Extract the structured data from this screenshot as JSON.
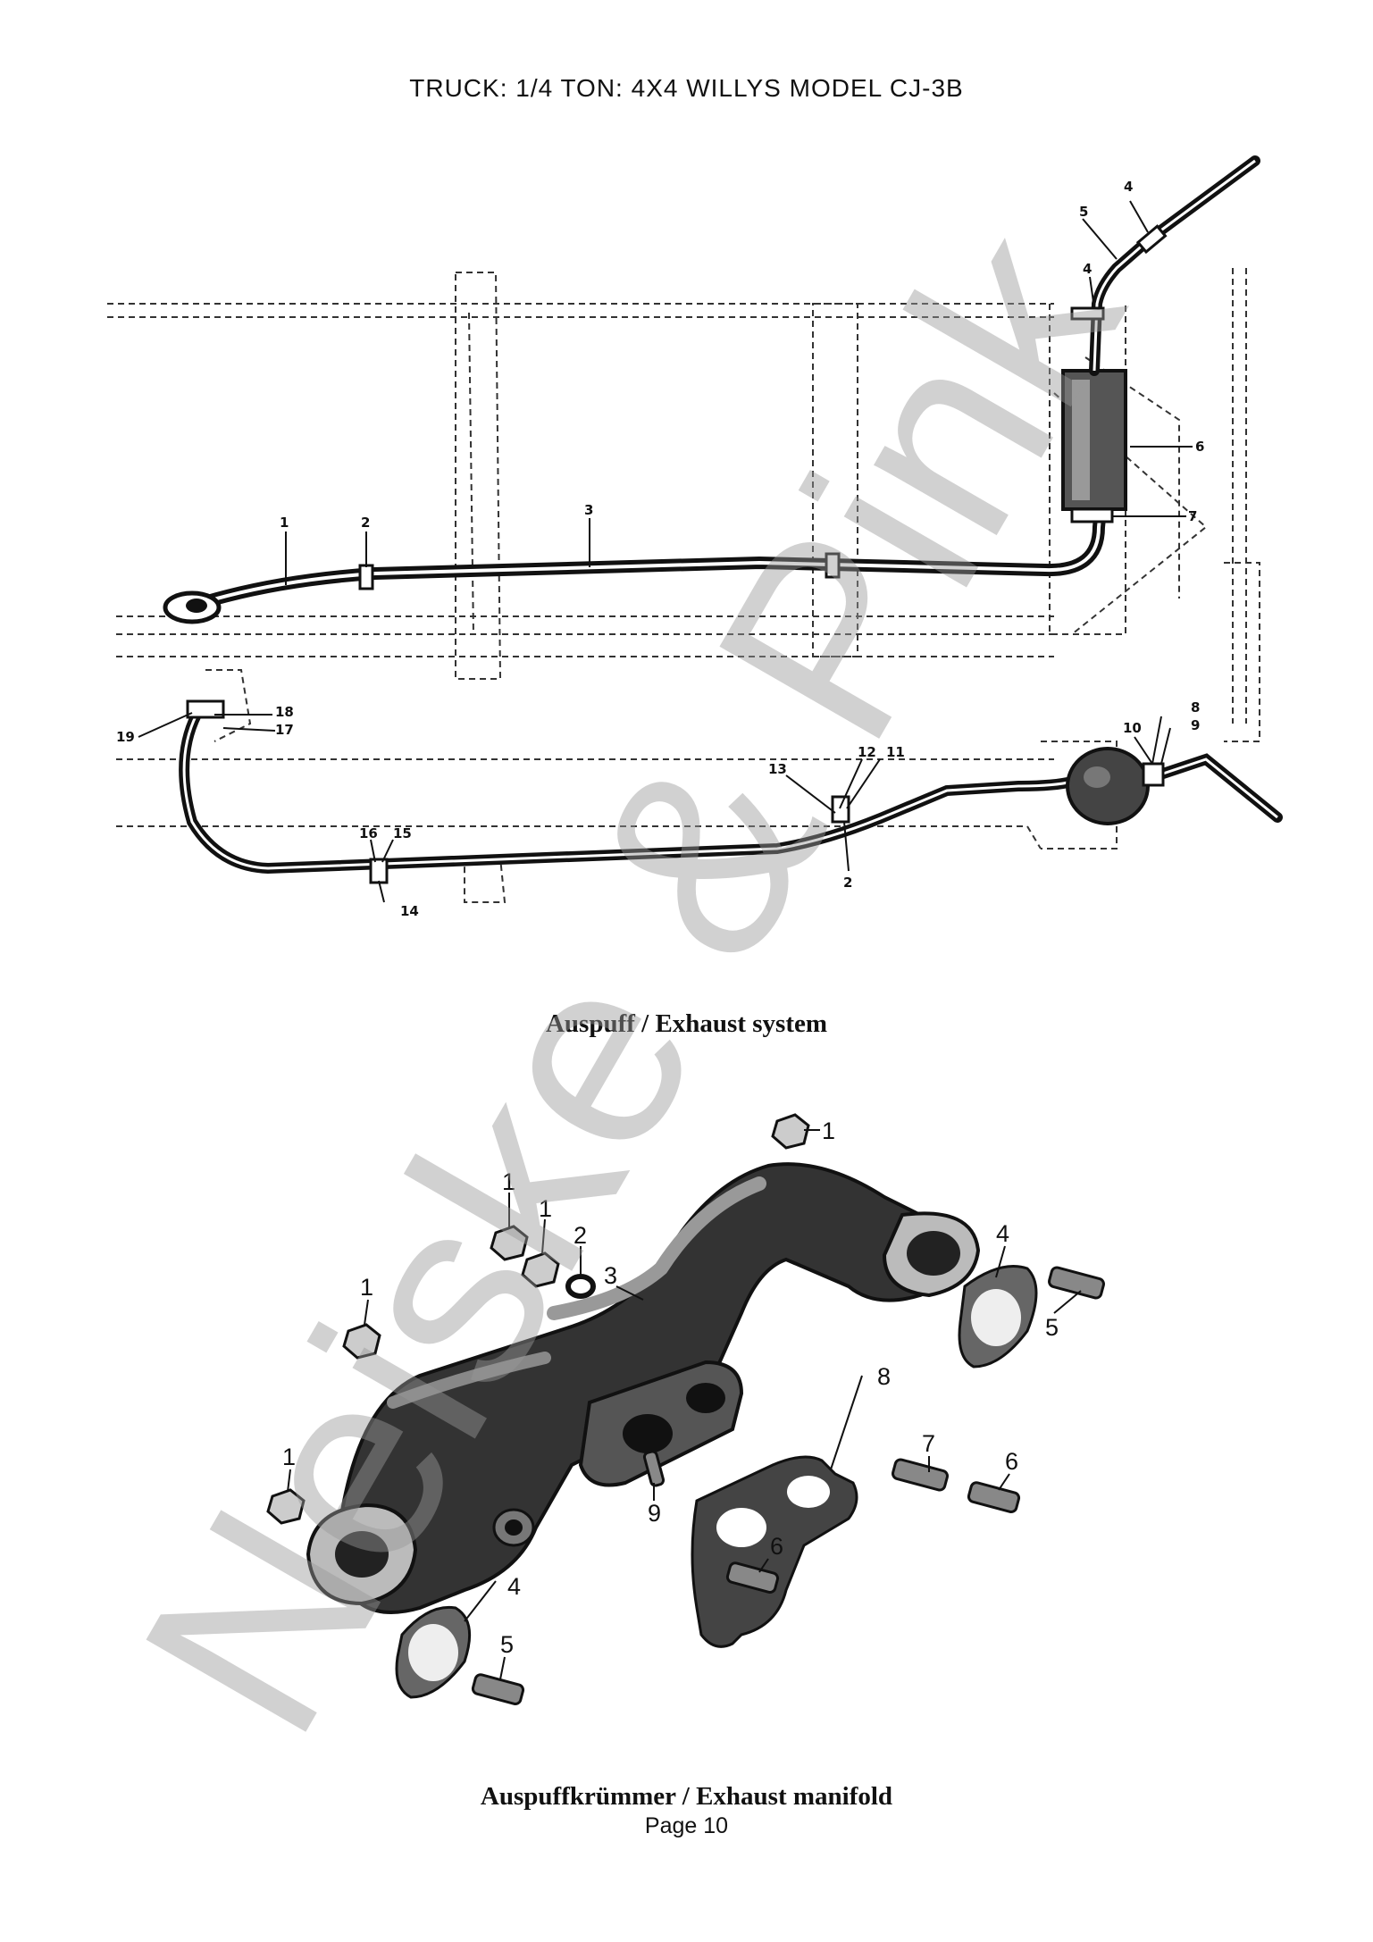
{
  "header": {
    "title": "TRUCK: 1/4 TON: 4X4 WILLYS MODEL CJ-3B"
  },
  "watermark": {
    "text": "Neiske & Pink"
  },
  "figure1": {
    "caption": "Auspuff / Exhaust system",
    "callouts": [
      {
        "id": "c1",
        "label": "1"
      },
      {
        "id": "c2",
        "label": "2"
      },
      {
        "id": "c3",
        "label": "3"
      },
      {
        "id": "c4a",
        "label": "4"
      },
      {
        "id": "c4b",
        "label": "4"
      },
      {
        "id": "c5",
        "label": "5"
      },
      {
        "id": "c6",
        "label": "6"
      },
      {
        "id": "c7",
        "label": "7"
      },
      {
        "id": "c8",
        "label": "8"
      },
      {
        "id": "c9",
        "label": "9"
      },
      {
        "id": "c10",
        "label": "10"
      },
      {
        "id": "c11",
        "label": "11"
      },
      {
        "id": "c12",
        "label": "12"
      },
      {
        "id": "c13",
        "label": "13"
      },
      {
        "id": "c14",
        "label": "14"
      },
      {
        "id": "c15",
        "label": "15"
      },
      {
        "id": "c16",
        "label": "16"
      },
      {
        "id": "c17",
        "label": "17"
      },
      {
        "id": "c18",
        "label": "18"
      },
      {
        "id": "c19",
        "label": "19"
      },
      {
        "id": "c2b",
        "label": "2"
      }
    ]
  },
  "figure2": {
    "caption": "Auspuffkrümmer / Exhaust manifold",
    "callouts": [
      {
        "id": "m1a",
        "label": "1"
      },
      {
        "id": "m1b",
        "label": "1"
      },
      {
        "id": "m1c",
        "label": "1"
      },
      {
        "id": "m2",
        "label": "2"
      },
      {
        "id": "m3",
        "label": "3"
      },
      {
        "id": "m1d",
        "label": "1"
      },
      {
        "id": "m1e",
        "label": "1"
      },
      {
        "id": "m4a",
        "label": "4"
      },
      {
        "id": "m5a",
        "label": "5"
      },
      {
        "id": "m8",
        "label": "8"
      },
      {
        "id": "m7",
        "label": "7"
      },
      {
        "id": "m6a",
        "label": "6"
      },
      {
        "id": "m9",
        "label": "9"
      },
      {
        "id": "m6b",
        "label": "6"
      },
      {
        "id": "m4b",
        "label": "4"
      },
      {
        "id": "m5b",
        "label": "5"
      }
    ]
  },
  "footer": {
    "page_label": "Page 10"
  }
}
